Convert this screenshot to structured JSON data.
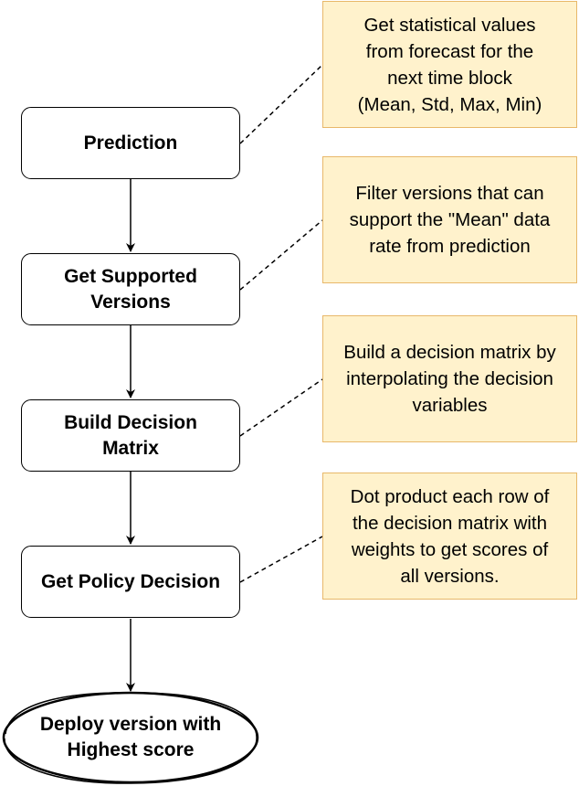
{
  "steps": [
    {
      "label": "Prediction"
    },
    {
      "label": "Get Supported\nVersions"
    },
    {
      "label": "Build Decision\nMatrix"
    },
    {
      "label": "Get Policy Decision"
    }
  ],
  "terminal": {
    "label": "Deploy version with\nHighest score"
  },
  "notes": [
    {
      "text": "Get statistical values\nfrom forecast for the\nnext time block\n(Mean, Std, Max, Min)"
    },
    {
      "text": "Filter versions that can\nsupport the \"Mean\" data\nrate from prediction"
    },
    {
      "text": "Build a decision matrix by\ninterpolating the decision\nvariables"
    },
    {
      "text": "Dot product each row of\nthe decision matrix with\nweights to get scores of\nall versions."
    }
  ],
  "colors": {
    "note_fill": "#fff2cc",
    "note_border": "#e8b86a",
    "line": "#000000"
  }
}
